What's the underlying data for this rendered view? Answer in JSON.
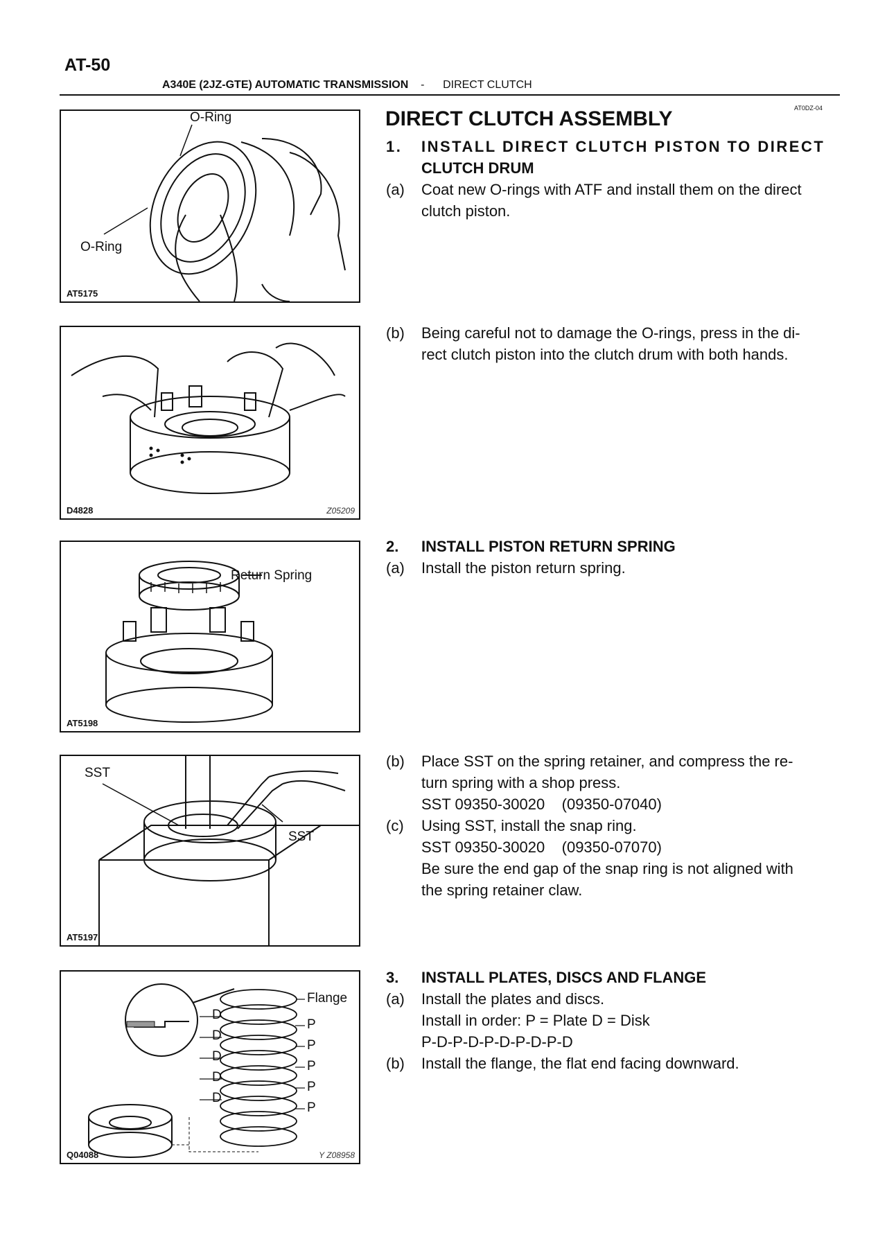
{
  "header": {
    "page_number": "AT-50",
    "title_bold": "A340E (2JZ-GTE)  AUTOMATIC TRANSMISSION",
    "separator": "-",
    "section": "DIRECT CLUTCH",
    "doc_code": "AT0DZ-04"
  },
  "main_title": "DIRECT CLUTCH ASSEMBLY",
  "figures": [
    {
      "code": "AT5175",
      "code2": "",
      "labels": [
        "O-Ring",
        "O-Ring"
      ]
    },
    {
      "code": "D4828",
      "code2": "Z05209",
      "labels": []
    },
    {
      "code": "AT5198",
      "code2": "",
      "labels": [
        "Return Spring"
      ]
    },
    {
      "code": "AT5197",
      "code2": "",
      "labels": [
        "SST",
        "SST"
      ]
    },
    {
      "code": "Q04088",
      "code2": "Y  Z08958",
      "labels": [
        "Flange",
        "D",
        "D",
        "D",
        "D",
        "D",
        "P",
        "P",
        "P",
        "P",
        "P"
      ]
    }
  ],
  "steps": {
    "s1": {
      "num": "1.",
      "title_line1": "INSTALL DIRECT CLUTCH PISTON TO DIRECT",
      "title_line2": "CLUTCH DRUM",
      "a_key": "(a)",
      "a_line1": "Coat new O-rings with ATF and install them on the direct",
      "a_line2": "clutch piston.",
      "b_key": "(b)",
      "b_line1": "Being careful not to damage the O-rings, press in the di-",
      "b_line2": "rect clutch piston into the clutch drum with both hands."
    },
    "s2": {
      "num": "2.",
      "title": "INSTALL PISTON RETURN SPRING",
      "a_key": "(a)",
      "a_line1": "Install the piston return spring.",
      "b_key": "(b)",
      "b_line1": "Place SST on the spring retainer, and compress the re-",
      "b_line2": "turn spring with a shop press.",
      "b_line3": "SST 09350-30020    (09350-07040)",
      "c_key": "(c)",
      "c_line1": "Using SST, install the snap ring.",
      "c_line2": "SST 09350-30020    (09350-07070)",
      "c_line3": "Be sure the end gap of the snap ring is not aligned with",
      "c_line4": "the spring retainer claw."
    },
    "s3": {
      "num": "3.",
      "title": "INSTALL PLATES, DISCS AND FLANGE",
      "a_key": "(a)",
      "a_line1": "Install the plates and discs.",
      "a_line2": "Install in order: P = Plate D = Disk",
      "a_line3": "P-D-P-D-P-D-P-D-P-D",
      "b_key": "(b)",
      "b_line1": "Install the flange, the flat end facing downward."
    }
  }
}
